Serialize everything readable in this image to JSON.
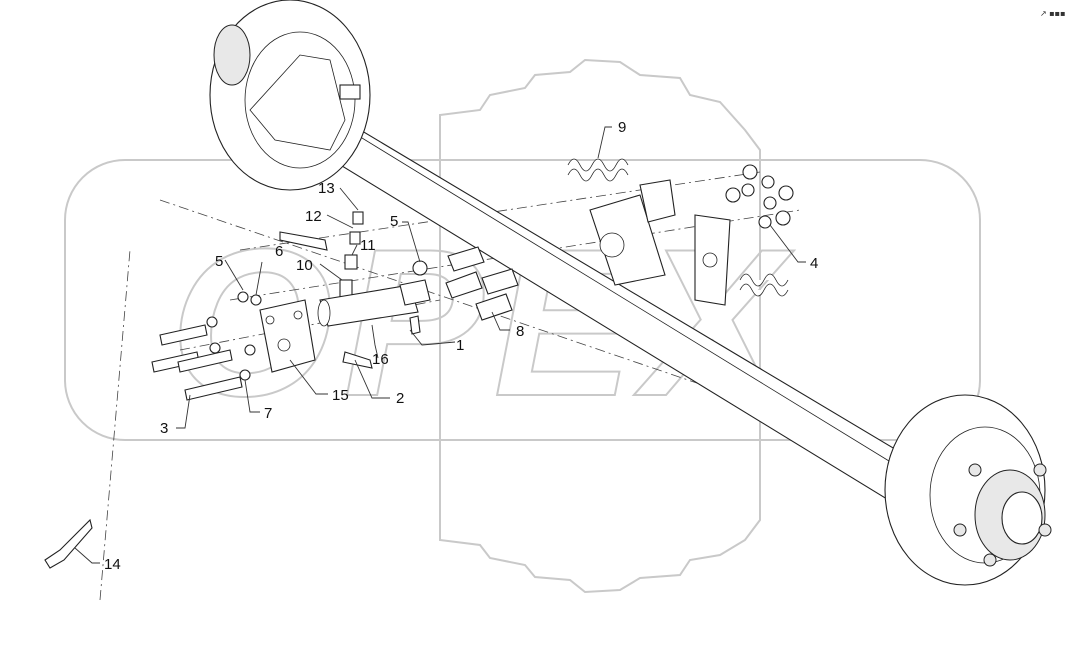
{
  "watermark": {
    "text": "OPEX"
  },
  "corner_mark": "↗ ▪▪▪",
  "callouts": [
    {
      "id": "c1",
      "label": "1"
    },
    {
      "id": "c2",
      "label": "2"
    },
    {
      "id": "c3",
      "label": "3"
    },
    {
      "id": "c4",
      "label": "4"
    },
    {
      "id": "c5a",
      "label": "5"
    },
    {
      "id": "c5b",
      "label": "5"
    },
    {
      "id": "c6",
      "label": "6"
    },
    {
      "id": "c7",
      "label": "7"
    },
    {
      "id": "c8",
      "label": "8"
    },
    {
      "id": "c9",
      "label": "9"
    },
    {
      "id": "c10",
      "label": "10"
    },
    {
      "id": "c11",
      "label": "11"
    },
    {
      "id": "c12",
      "label": "12"
    },
    {
      "id": "c13",
      "label": "13"
    },
    {
      "id": "c14",
      "label": "14"
    },
    {
      "id": "c15",
      "label": "15"
    },
    {
      "id": "c16",
      "label": "16"
    }
  ],
  "colors": {
    "line": "#222222",
    "watermark": "#c9c9c9",
    "background": "#ffffff"
  }
}
